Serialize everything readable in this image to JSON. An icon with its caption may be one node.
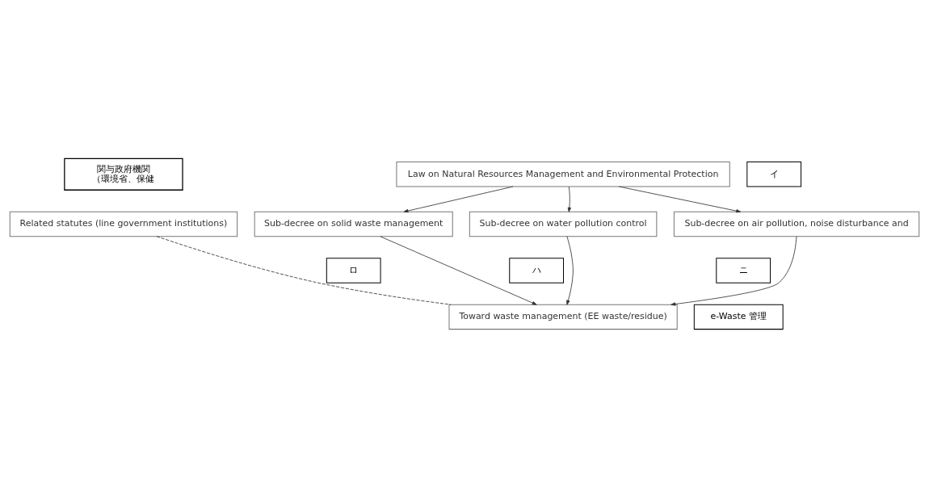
{
  "diagram": {
    "nodes": [
      {
        "text": [
          "関与政府機関",
          "（環境省、保健"
        ]
      },
      {
        "text": [
          "Related statutes (line government institutions)"
        ]
      },
      {
        "text": [
          "Law on Natural Resources Management and Environmental Protection"
        ]
      },
      {
        "text": [
          "イ"
        ]
      },
      {
        "text": [
          "Sub-decree on solid waste management"
        ]
      },
      {
        "text": [
          "Sub-decree on water pollution control"
        ]
      },
      {
        "text": [
          "Sub-decree on air pollution, noise disturbance and"
        ]
      },
      {
        "text": [
          "ロ"
        ]
      },
      {
        "text": [
          "ハ"
        ]
      },
      {
        "text": [
          "ニ"
        ]
      },
      {
        "text": [
          "Toward waste management (EE waste/residue)"
        ]
      },
      {
        "text": [
          "e-Waste 管理"
        ]
      }
    ],
    "edges": [
      {
        "from": 2,
        "to": 4,
        "arrow": "to"
      },
      {
        "from": 2,
        "to": 5,
        "arrow": "to"
      },
      {
        "from": 2,
        "to": 6,
        "arrow": "to"
      },
      {
        "from": 4,
        "to": 10,
        "arrow": "to"
      },
      {
        "from": 5,
        "to": 10,
        "arrow": "to"
      },
      {
        "from": 6,
        "to": 10,
        "arrow": "to"
      },
      {
        "from": 1,
        "to": 10,
        "arrow": "none",
        "style": "dashed"
      }
    ]
  }
}
